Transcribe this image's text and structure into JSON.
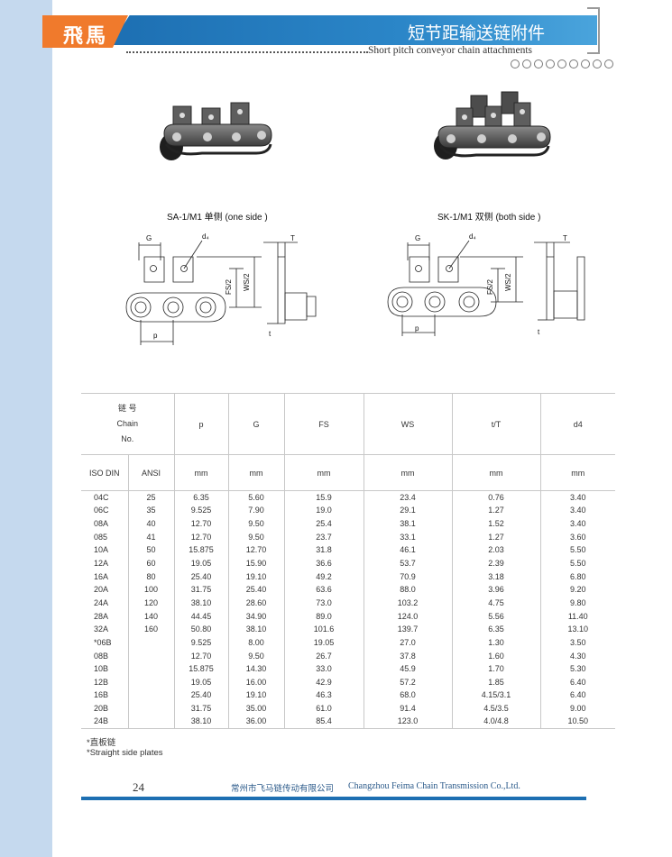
{
  "header": {
    "logo": "飛馬",
    "title_cn": "短节距输送链附件",
    "title_en": "Short pitch conveyor chain attachments"
  },
  "products": [
    {
      "caption": "SA-1/M1 单侧 (one side )"
    },
    {
      "caption": "SK-1/M1 双侧 (both side )"
    }
  ],
  "dimension_labels": {
    "G": "G",
    "d4": "d₄",
    "T": "T",
    "FS": "FS/2",
    "WS": "WS/2",
    "t": "t",
    "p": "p"
  },
  "table": {
    "chain_header": [
      "链 号",
      "Chain",
      "No."
    ],
    "columns": [
      "p",
      "G",
      "FS",
      "WS",
      "t/T",
      "d4"
    ],
    "sub_iso": "ISO DIN",
    "sub_ansi": "ANSI",
    "unit": "mm",
    "rows": [
      [
        "04C",
        "25",
        "6.35",
        "5.60",
        "15.9",
        "23.4",
        "0.76",
        "3.40"
      ],
      [
        "06C",
        "35",
        "9.525",
        "7.90",
        "19.0",
        "29.1",
        "1.27",
        "3.40"
      ],
      [
        "08A",
        "40",
        "12.70",
        "9.50",
        "25.4",
        "38.1",
        "1.52",
        "3.40"
      ],
      [
        "085",
        "41",
        "12.70",
        "9.50",
        "23.7",
        "33.1",
        "1.27",
        "3.60"
      ],
      [
        "10A",
        "50",
        "15.875",
        "12.70",
        "31.8",
        "46.1",
        "2.03",
        "5.50"
      ],
      [
        "12A",
        "60",
        "19.05",
        "15.90",
        "36.6",
        "53.7",
        "2.39",
        "5.50"
      ],
      [
        "16A",
        "80",
        "25.40",
        "19.10",
        "49.2",
        "70.9",
        "3.18",
        "6.80"
      ],
      [
        "20A",
        "100",
        "31.75",
        "25.40",
        "63.6",
        "88.0",
        "3.96",
        "9.20"
      ],
      [
        "24A",
        "120",
        "38.10",
        "28.60",
        "73.0",
        "103.2",
        "4.75",
        "9.80"
      ],
      [
        "28A",
        "140",
        "44.45",
        "34.90",
        "89.0",
        "124.0",
        "5.56",
        "11.40"
      ],
      [
        "32A",
        "160",
        "50.80",
        "38.10",
        "101.6",
        "139.7",
        "6.35",
        "13.10"
      ],
      [
        "*06B",
        "",
        "9.525",
        "8.00",
        "19.05",
        "27.0",
        "1.30",
        "3.50"
      ],
      [
        "08B",
        "",
        "12.70",
        "9.50",
        "26.7",
        "37.8",
        "1.60",
        "4.30"
      ],
      [
        "10B",
        "",
        "15.875",
        "14.30",
        "33.0",
        "45.9",
        "1.70",
        "5.30"
      ],
      [
        "12B",
        "",
        "19.05",
        "16.00",
        "42.9",
        "57.2",
        "1.85",
        "6.40"
      ],
      [
        "16B",
        "",
        "25.40",
        "19.10",
        "46.3",
        "68.0",
        "4.15/3.1",
        "6.40"
      ],
      [
        "20B",
        "",
        "31.75",
        "35.00",
        "61.0",
        "91.4",
        "4.5/3.5",
        "9.00"
      ],
      [
        "24B",
        "",
        "38.10",
        "36.00",
        "85.4",
        "123.0",
        "4.0/4.8",
        "10.50"
      ]
    ]
  },
  "notes": [
    "*直板链",
    "*Straight side plates"
  ],
  "footer": {
    "page": "24",
    "company_cn": "常州市飞马链传动有限公司",
    "company_en": "Changzhou Feima Chain Transmission Co.,Ltd."
  }
}
